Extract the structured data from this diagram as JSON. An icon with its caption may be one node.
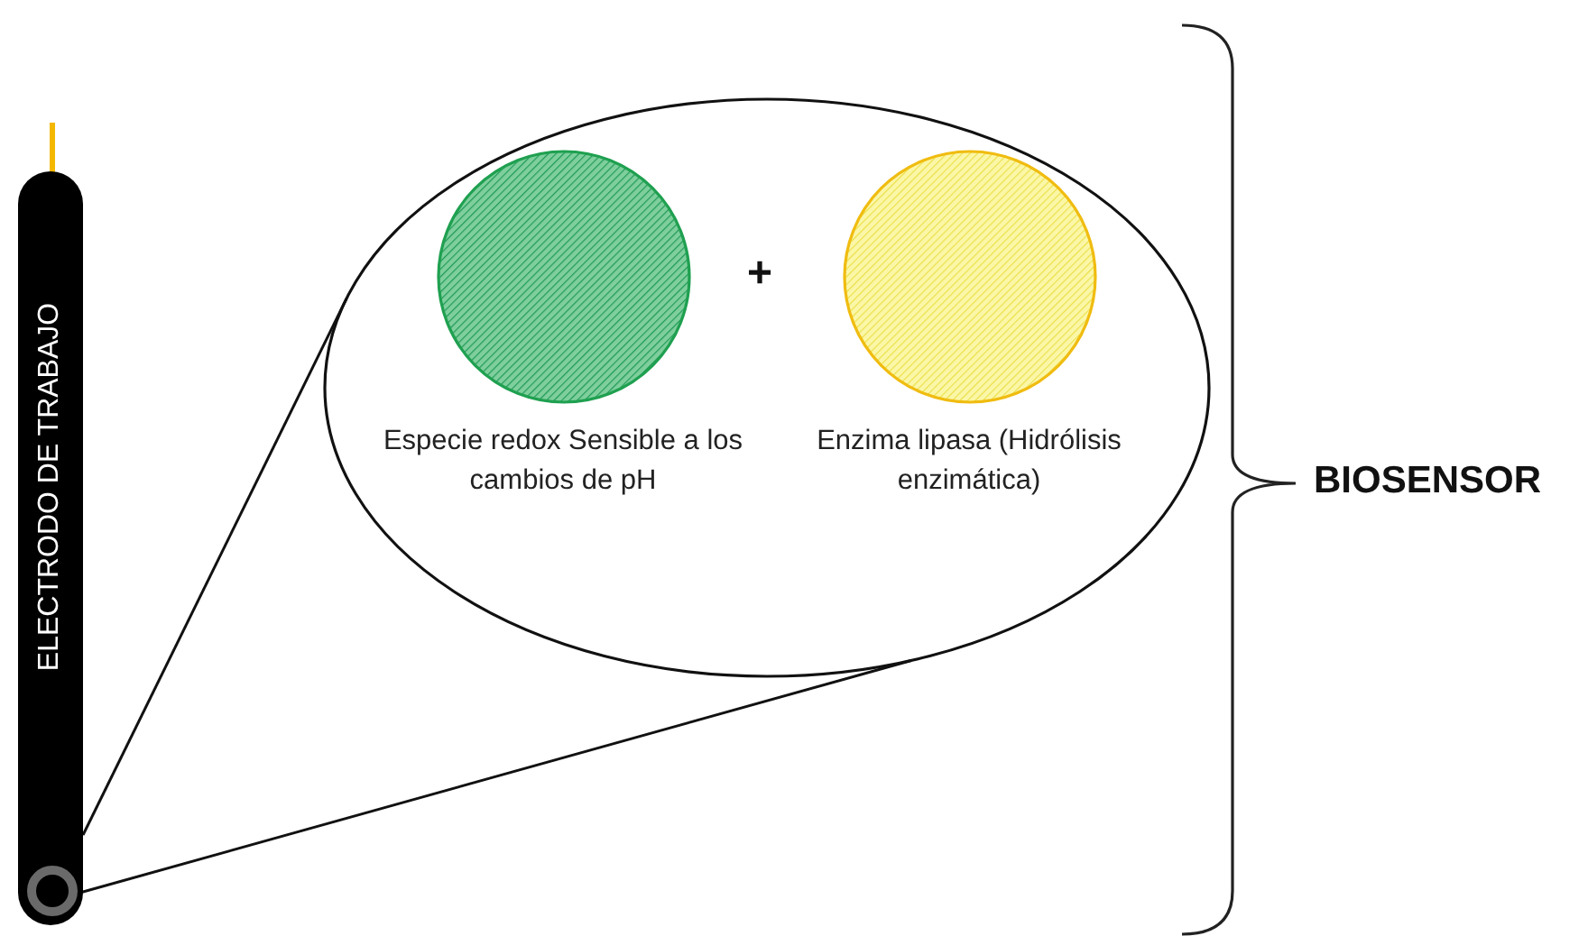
{
  "diagram": {
    "nodes": [
      {
        "text": [
          "ELECTRODO DE TRABAJO"
        ]
      },
      {
        "text": [],
        "shape": "circle",
        "in": 0
      },
      {
        "text": [],
        "shape": "ellipse"
      },
      {
        "text": [],
        "shape": "circle",
        "in": 2,
        "beside": [
          "Especie redox Sensible a los cambios de pH"
        ]
      },
      {
        "text": [],
        "shape": "circle",
        "in": 2,
        "beside": [
          "Enzima lipasa (Hidrólisis enzimática)"
        ]
      }
    ],
    "edges": [
      {
        "from": 0,
        "to": 2,
        "arrow": "none"
      },
      {
        "from": 1,
        "to": 2,
        "arrow": "none"
      }
    ],
    "labels": [
      "+",
      "BIOSENSOR"
    ]
  }
}
